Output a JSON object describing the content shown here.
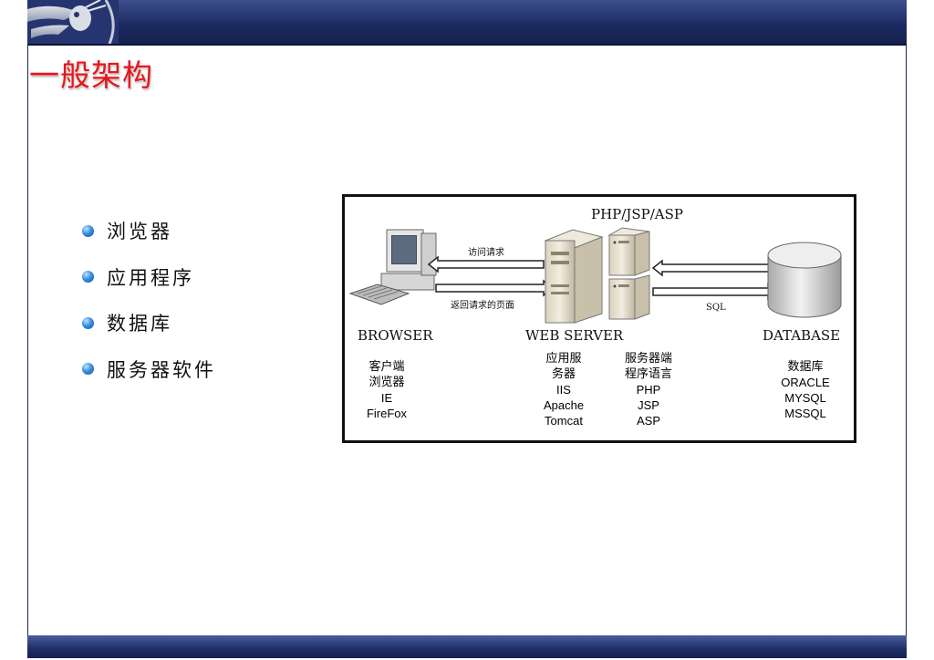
{
  "title": "一般架构",
  "bullets": [
    "浏览器",
    "应用程序",
    "数据库",
    "服务器软件"
  ],
  "diagram": {
    "top_label": "PHP/JSP/ASP",
    "arrow_request": "访问请求",
    "arrow_response": "返回请求的页面",
    "arrow_sql": "SQL",
    "browser": {
      "title": "BROWSER",
      "lines": [
        "客户端",
        "浏览器",
        "IE",
        "FireFox"
      ]
    },
    "webserver": {
      "title": "WEB SERVER",
      "app_server": [
        "应用服",
        "务器",
        "IIS",
        "Apache",
        "Tomcat"
      ],
      "server_lang": [
        "服务器端",
        "程序语言",
        "PHP",
        "JSP",
        "ASP"
      ]
    },
    "database": {
      "title": "DATABASE",
      "lines": [
        "数据库",
        "ORACLE",
        "MYSQL",
        "MSSQL"
      ]
    }
  },
  "colors": {
    "title": "#e8161c",
    "bar": "#1d2b63",
    "bullet": "#3a8fe0"
  }
}
